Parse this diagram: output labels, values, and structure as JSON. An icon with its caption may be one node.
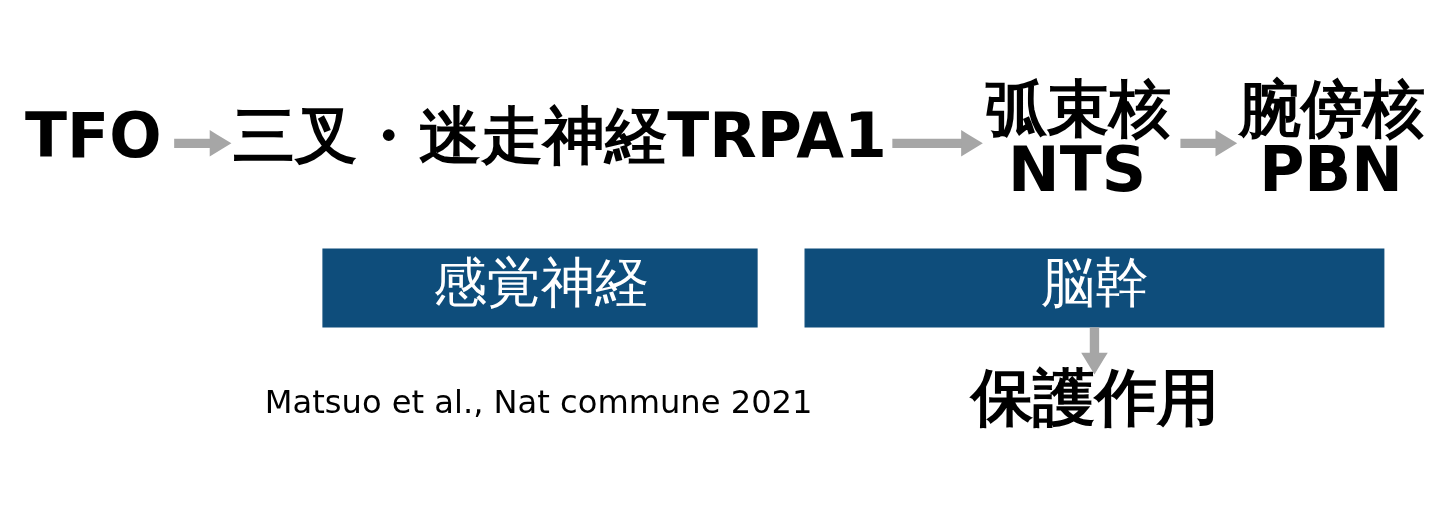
{
  "diagram": {
    "nodes": [
      {
        "text": [
          "TFO"
        ]
      },
      {
        "text": [
          "三叉・迷走神経TRPA1"
        ]
      },
      {
        "text": [
          "弧束核",
          "NTS"
        ]
      },
      {
        "text": [
          "腕傍核",
          "PBN"
        ]
      },
      {
        "text": [
          "感覚神経"
        ]
      },
      {
        "text": [
          "脳幹"
        ]
      },
      {
        "text": [
          "保護作用"
        ]
      }
    ],
    "edges": [
      {
        "from": 0,
        "to": 1,
        "arrow": "to"
      },
      {
        "from": 1,
        "to": 2,
        "arrow": "to"
      },
      {
        "from": 2,
        "to": 3,
        "arrow": "to"
      },
      {
        "from": 5,
        "to": 6,
        "arrow": "to"
      }
    ],
    "labels": [
      "Matsuo et al., Nat commune 2021"
    ]
  }
}
